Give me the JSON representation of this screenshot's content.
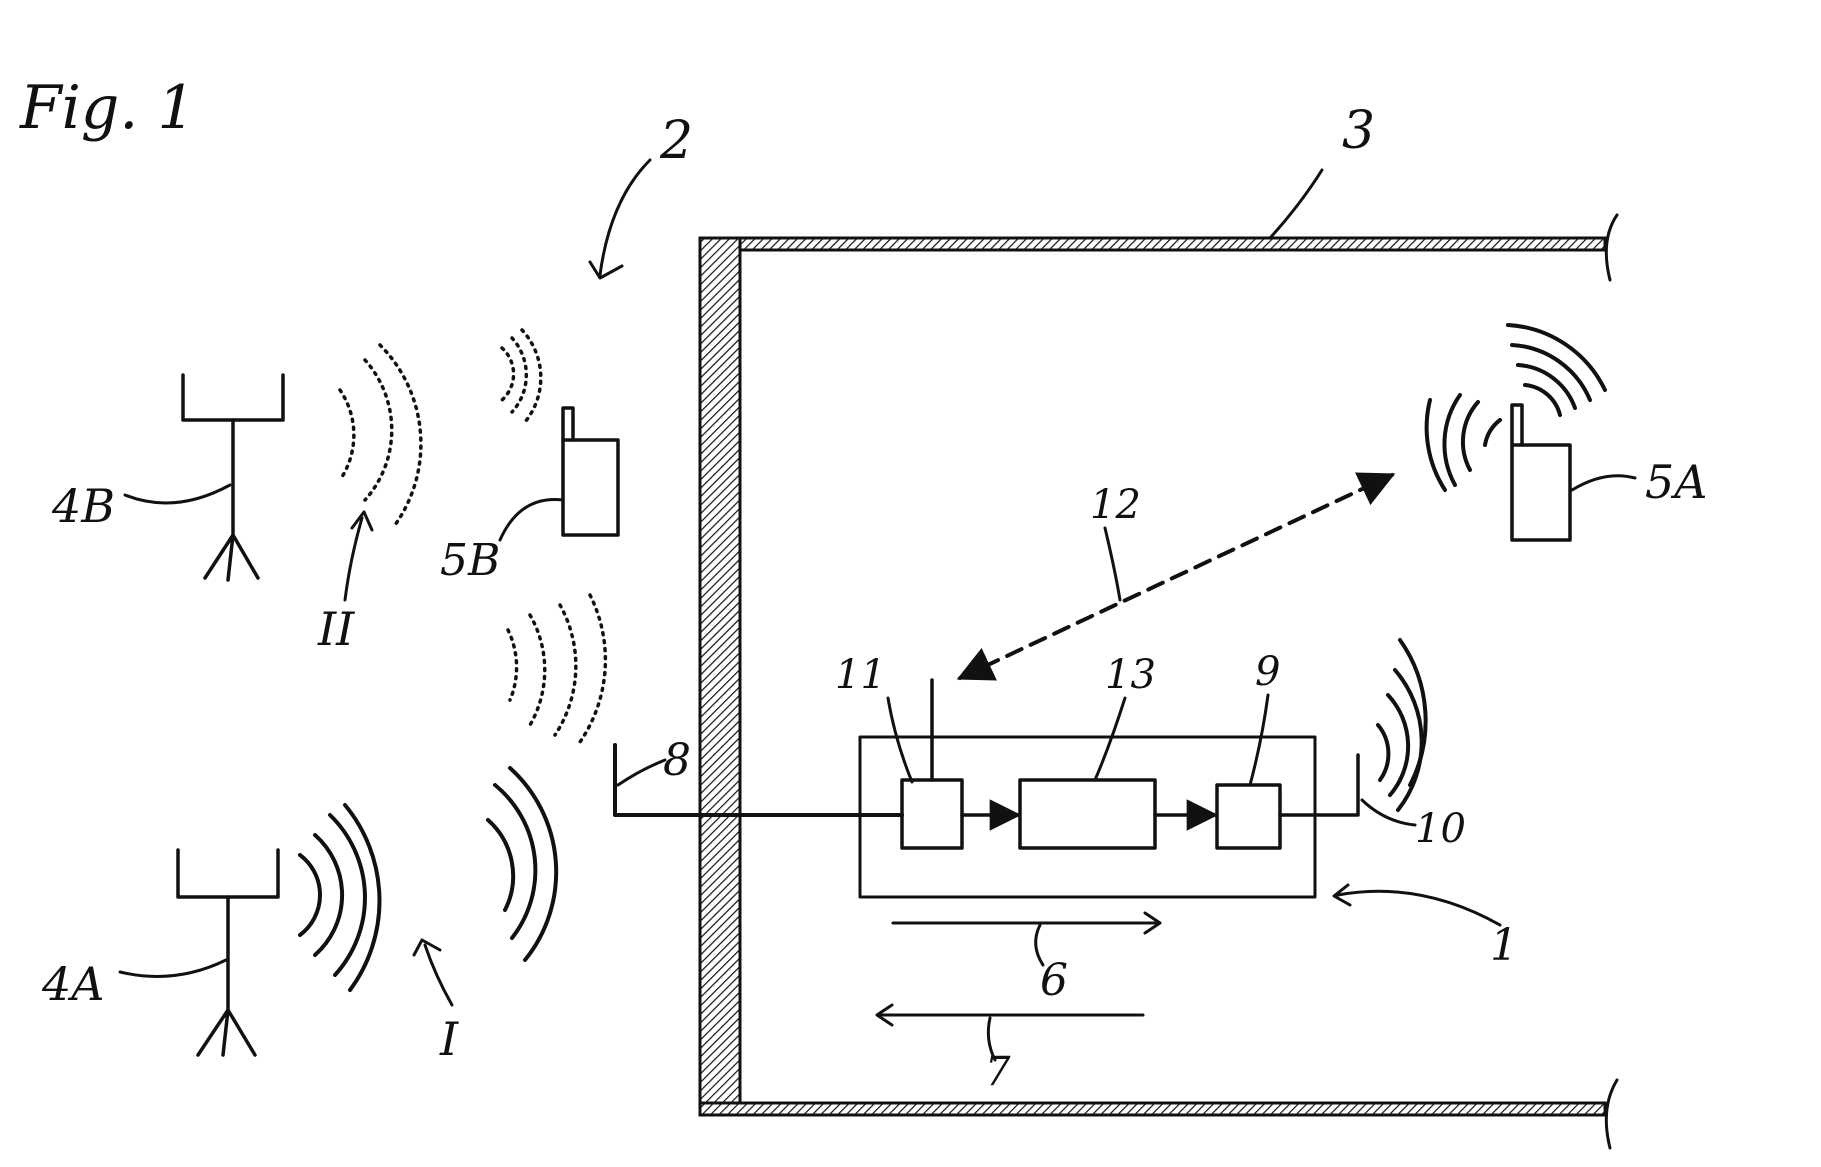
{
  "figure": {
    "title": "Fig. 1",
    "colors": {
      "ink": "#111111",
      "background": "#ffffff"
    },
    "labels": {
      "system": "2",
      "building": "3",
      "base_station_a": "4A",
      "base_station_b": "4B",
      "mobile_a": "5A",
      "mobile_b": "5B",
      "direction_6": "6",
      "direction_7": "7",
      "outdoor_antenna": "8",
      "component_9": "9",
      "indoor_antenna": "10",
      "repeater": "1",
      "component_11": "11",
      "link_12": "12",
      "component_13": "13",
      "signal_I": "I",
      "signal_II": "II"
    }
  }
}
